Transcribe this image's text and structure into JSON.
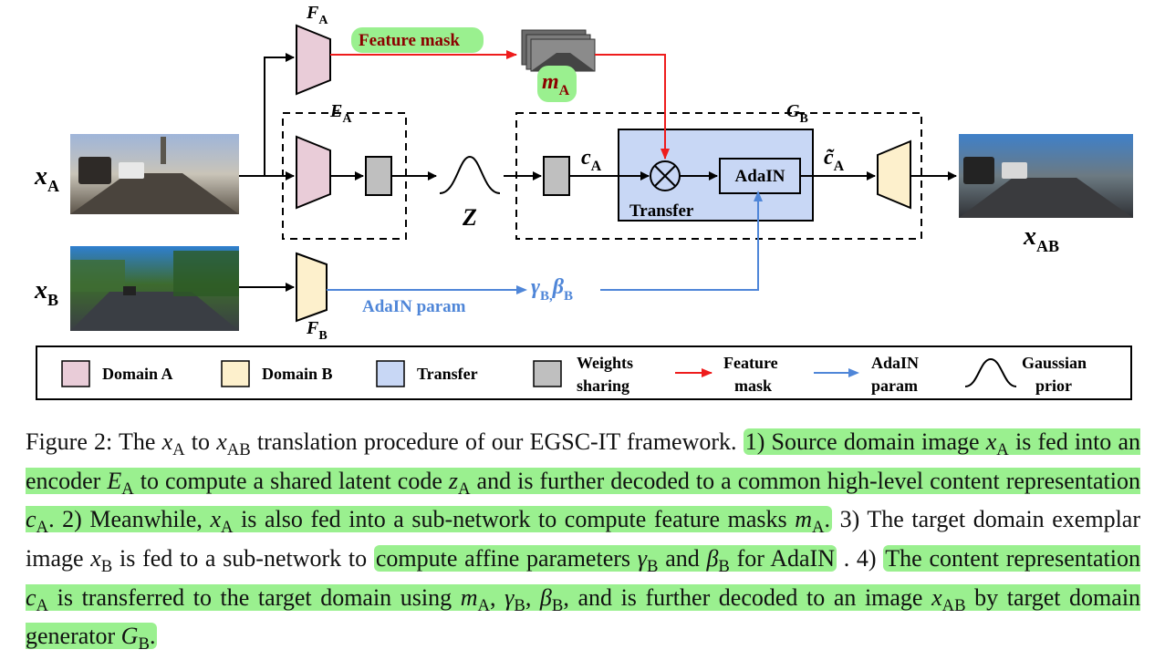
{
  "colors": {
    "domain_a": "#e9ccd8",
    "domain_b": "#fdf0cc",
    "transfer": "#c8d7f5",
    "shared": "#bfbfbf",
    "feature_mask_arrow": "#ee1c1c",
    "adain_arrow": "#4f86d8",
    "highlight": "#9af08f"
  },
  "figure": {
    "labels": {
      "xa": "x",
      "xa_sub": "A",
      "xb": "x",
      "xb_sub": "B",
      "xab": "x",
      "xab_sub": "AB",
      "fa": "F",
      "fa_sub": "A",
      "fb": "F",
      "fb_sub": "B",
      "ea": "E",
      "ea_sub": "A",
      "gb": "G",
      "gb_sub": "B",
      "z": "Z",
      "ca": "c",
      "ca_sub": "A",
      "ca_tilde": "c̃",
      "ca_tilde_sub": "A",
      "ma": "m",
      "ma_sub": "A",
      "gamma_beta": "γ",
      "gamma_sub": "B,",
      "beta": "β",
      "beta_sub": "B"
    },
    "feature_mask_label": "Feature mask",
    "adain_param_label": "AdaIN param",
    "transfer_label": "Transfer",
    "adain_block_label": "AdaIN",
    "legend": [
      {
        "label": "Domain A",
        "icon": "domain-a-swatch"
      },
      {
        "label": "Domain B",
        "icon": "domain-b-swatch"
      },
      {
        "label": "Transfer",
        "icon": "transfer-swatch"
      },
      {
        "label": "Weights\nsharing",
        "icon": "weights-sharing-swatch"
      },
      {
        "label": "Feature\nmask",
        "icon": "red-arrow-icon"
      },
      {
        "label": "AdaIN\nparam",
        "icon": "blue-arrow-icon"
      },
      {
        "label": "Gaussian\nprior",
        "icon": "gaussian-curve-icon"
      }
    ]
  },
  "caption": {
    "p1": "Figure 2: The ",
    "xA": "x",
    "sA": "A",
    "p2": " to ",
    "xAB": "x",
    "sAB": "AB",
    "p3": " translation procedure of our EGSC-IT framework. ",
    "h1a": "1) Source domain image",
    "h1b_x": "x",
    "h1b_s": "A",
    "h1c": " is fed into an encoder ",
    "h1d_E": "E",
    "h1d_s": "A",
    "h1e": " to compute a shared latent code ",
    "h1f_z": "z",
    "h1f_s": "A",
    "h1g": " and is further decoded to a common high-level content representation ",
    "h1h_c": "c",
    "h1h_s": "A",
    "h1i": ". 2) Meanwhile, ",
    "h2a_x": "x",
    "h2a_s": "A",
    "h2b": " is also fed into a sub-network to compute feature masks ",
    "h2c_m": "m",
    "h2c_s": "A",
    "h2d": ".",
    "p4": " 3) The target domain exemplar image ",
    "p4x": "x",
    "p4s": "B",
    "p5": " is fed to a sub-network to ",
    "h3a": "compute affine parameters ",
    "h3b_g": "γ",
    "h3b_s": "B",
    "h3c": " and ",
    "h3d_b": "β",
    "h3d_s": "B",
    "h3e": " for AdaIN",
    "p6": " . 4) ",
    "h4a": "The content representation ",
    "h4b_c": "c",
    "h4b_s": "A",
    "h4c": " is transferred to the target domain using ",
    "h4d_m": "m",
    "h4d_s": "A",
    "h4e": ", ",
    "h4f_g": "γ",
    "h4f_s": "B",
    "h4g": ", ",
    "h4h_b": "β",
    "h4h_s": "B",
    "h4i": ", and is further decoded to an image ",
    "h4j_x": "x",
    "h4j_s": "AB",
    "h4k": " by target domain generator ",
    "h4l_G": "G",
    "h4l_s": "B",
    "h4m": "."
  }
}
